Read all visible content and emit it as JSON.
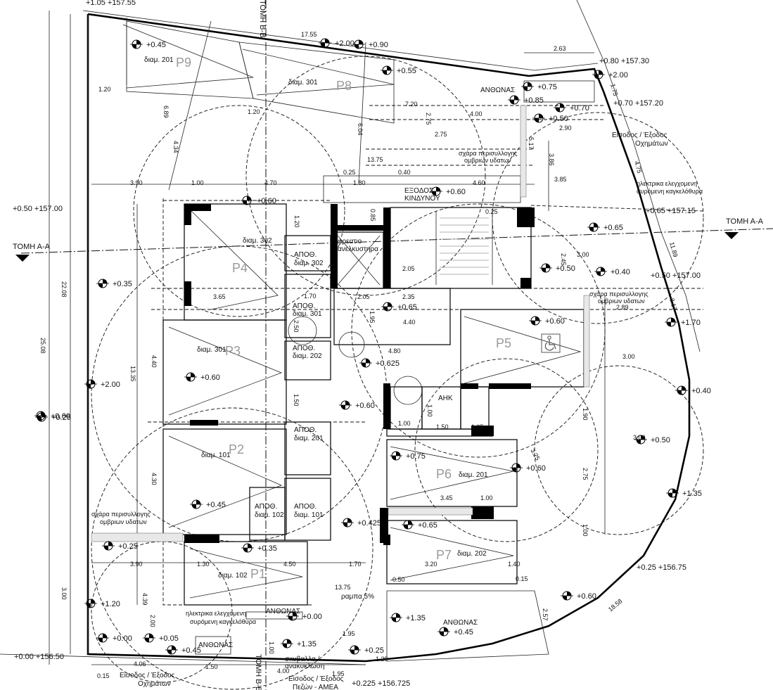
{
  "levels": {
    "top_corner": "+1.05 +157.55",
    "ne_corner": "+0.80 +157.30",
    "ne_corner2": "+0.70 +157.20",
    "west": "+0.50 +157.00",
    "east_mid": "+0.65 +157.15",
    "east_mid2": "+0.50 +157.00",
    "se": "+0.25 +156.75",
    "sw": "+0.00 +156.50",
    "bottom": "+0.225 +156.725",
    "marks": [
      "+0.45",
      "+2.00",
      "+0.90",
      "+0.55",
      "+0.75",
      "+0.85",
      "+0.70",
      "+0.50",
      "+2.00",
      "+0.60",
      "+0.65",
      "+0.35",
      "+0.60",
      "+0.65",
      "+0.60",
      "+0.50",
      "+0.40",
      "+0.60",
      "+1.70",
      "+0.625",
      "+0.60",
      "+2.00",
      "+0.60",
      "+0.40",
      "+0.75",
      "+0.60",
      "+0.50",
      "+0.45",
      "+1.35",
      "+0.425",
      "+0.65",
      "+0.25",
      "+0.35",
      "+0.60",
      "+1.20",
      "+0.00",
      "+0.05",
      "+0.45",
      "+0.00",
      "+1.35",
      "+0.25",
      "+1.35",
      "+0.45",
      "+0.25"
    ]
  },
  "sections": {
    "bb_top": "ΤΟΜΗ Β-Β",
    "bb_bottom": "ΤΟΜΗ Β-Β",
    "aa_left": "ΤΟΜΗ Α-Α",
    "aa_right": "ΤΟΜΗ Α-Α"
  },
  "parking": [
    "P9",
    "P8",
    "P4",
    "P3",
    "P2",
    "P1",
    "P5",
    "P6",
    "P7"
  ],
  "labels": {
    "diam201_p9": "διαμ. 201",
    "diam301_p8": "διαμ. 301",
    "diam302": "διαμ. 302",
    "diam301_p3": "διαμ. 301",
    "diam101_p2": "διαμ. 101",
    "diam102_p1": "διαμ. 102",
    "diam201_p6": "διαμ. 201",
    "diam202_p7": "διαμ. 202",
    "store1": "ΑΠΟΘ.",
    "store1b": "διαμ. 302",
    "store2": "ΑΠΟΘ.",
    "store2b": "διαμ. 301",
    "store3": "ΑΠΟΘ.",
    "store3b": "διαμ. 202",
    "store4": "ΑΠΟΘ.",
    "store4b": "διαμ. 201",
    "store5": "ΑΠΟΘ.",
    "store5b": "διαμ. 102",
    "store6": "ΑΠΟΘ.",
    "store6b": "διαμ. 101",
    "lift1": "φρεατιο",
    "lift2": "ανελκυστηρα",
    "exit1": "ΕΞΟΔΟΣ",
    "exit2": "ΚΙΝΔΥΝΟΥ",
    "ahk": "ΑΗΚ",
    "flowers_top": "ΑΝΘΩΝΑΣ",
    "flowers_bottom": "ΑΝΘΩΝΑΣ",
    "flowers_se": "ΑΝΘΩΝΑΣ",
    "flowers_sw": "ΑΝΘΩΝΑΣ",
    "grate_top1": "σχάρα περισυλλογης",
    "grate_top2": "ομβριων υδατων",
    "grate_right1": "σχάρα περισυλλογης",
    "grate_right2": "ομβριων υδατων",
    "grate_left1": "σχάρα περισυλλογης",
    "grate_left2": "ομβριων υδατων",
    "gate_ne1": "ηλεκτρικα ελεγχομενη",
    "gate_ne2": "συρόμενη καγκελόθυρα",
    "gate_s1": "ηλεκτρικα ελεγχομενη",
    "gate_s2": "συρόμενη καγκελόθυρα",
    "veh_ne1": "Είσοδος / Έξοδος",
    "veh_ne2": "Οχημάτων",
    "veh_sw1": "Είσοδος / Έξοδος",
    "veh_sw2": "Οχημάτων",
    "ped1": "Είσοδος / Έξοδος",
    "ped2": "Πεζών - ΑΜΕΑ",
    "ramp": "ραμπα 5%",
    "waste1": "σκυβαλλα /",
    "waste2": "ανακυκλωση"
  },
  "dims": [
    "17.55",
    "2.63",
    "1.20",
    "1.20",
    "6.89",
    "4.34",
    "6.04",
    "7.20",
    "4.00",
    "2.75",
    "2.75",
    "2.90",
    "5.17",
    "3.86",
    "13.75",
    "0.25",
    "1.80",
    "0.40",
    "4.60",
    "3.90",
    "1.00",
    "4.70",
    "0.85",
    "1.20",
    "0.25",
    "2.05",
    "2.35",
    "2.05",
    "4.40",
    "4.80",
    "1.95",
    "3.65",
    "1.70",
    "2.50",
    "4.40",
    "13.35",
    "4.30",
    "1.50",
    "22.08",
    "25.08",
    "3.00",
    "4.39",
    "2.00",
    "3.90",
    "1.30",
    "4.50",
    "1.70",
    "13.75",
    "1.00",
    "1.95",
    "1.29",
    "4.06",
    "1.50",
    "0.15",
    "4.00",
    "1.95",
    "3.20",
    "1.40",
    "0.50",
    "0.15",
    "3.45",
    "1.00",
    "3.25",
    "1.90",
    "1.00",
    "2.75",
    "3.00",
    "3.00",
    "2.45",
    "3.00",
    "8.17",
    "11.89",
    "4.75",
    "1.75",
    "3.85",
    "2.89",
    "18.58",
    "2.57",
    "1.00",
    "1.50",
    "1.05",
    "1.00"
  ],
  "icons": {
    "accessible": "wheelchair-icon"
  }
}
